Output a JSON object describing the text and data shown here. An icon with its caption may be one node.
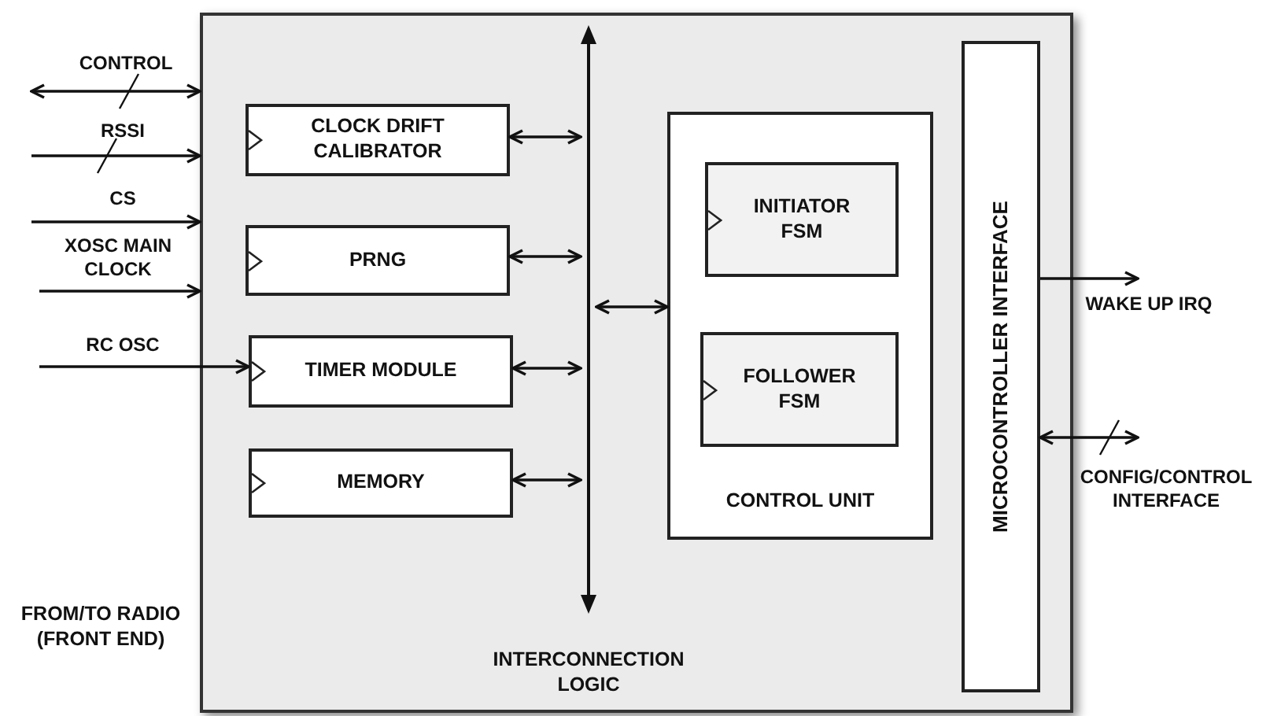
{
  "diagram": {
    "nodes": [
      {
        "text": [],
        "shape": "box"
      },
      {
        "text": [
          "CLOCK DRIFT CALIBRATOR"
        ],
        "in": 0
      },
      {
        "text": [
          "PRNG"
        ],
        "in": 0
      },
      {
        "text": [
          "TIMER MODULE"
        ],
        "in": 0
      },
      {
        "text": [
          "MEMORY"
        ],
        "in": 0
      },
      {
        "text": [
          "INTERCONNECTION LOGIC"
        ],
        "in": 0
      },
      {
        "text": [
          "CONTROL UNIT"
        ],
        "in": 0
      },
      {
        "text": [
          "INITIATOR FSM"
        ],
        "in": 6
      },
      {
        "text": [
          "FOLLOWER FSM"
        ],
        "in": 6
      },
      {
        "text": [
          "MICROCONTROLLER INTERFACE"
        ],
        "in": 0
      }
    ],
    "edges": [
      {
        "from": null,
        "to": 0,
        "arrow": "both",
        "label": "CONTROL"
      },
      {
        "from": null,
        "to": 0,
        "arrow": "to",
        "label": "RSSI"
      },
      {
        "from": null,
        "to": 0,
        "arrow": "to",
        "label": "CS"
      },
      {
        "from": null,
        "to": 0,
        "arrow": "to",
        "label": "XOSC MAIN CLOCK"
      },
      {
        "from": null,
        "to": 3,
        "arrow": "to",
        "label": "RC OSC"
      },
      {
        "from": 1,
        "to": 5,
        "arrow": "both"
      },
      {
        "from": 2,
        "to": 5,
        "arrow": "both"
      },
      {
        "from": 3,
        "to": 5,
        "arrow": "both"
      },
      {
        "from": 4,
        "to": 5,
        "arrow": "both"
      },
      {
        "from": 5,
        "to": 6,
        "arrow": "both"
      },
      {
        "from": 9,
        "to": null,
        "arrow": "to",
        "label": "WAKE UP IRQ"
      },
      {
        "from": 9,
        "to": null,
        "arrow": "both",
        "label": "CONFIG/CONTROL INTERFACE"
      }
    ],
    "labels": [
      "FROM/TO RADIO (FRONT END)"
    ]
  }
}
